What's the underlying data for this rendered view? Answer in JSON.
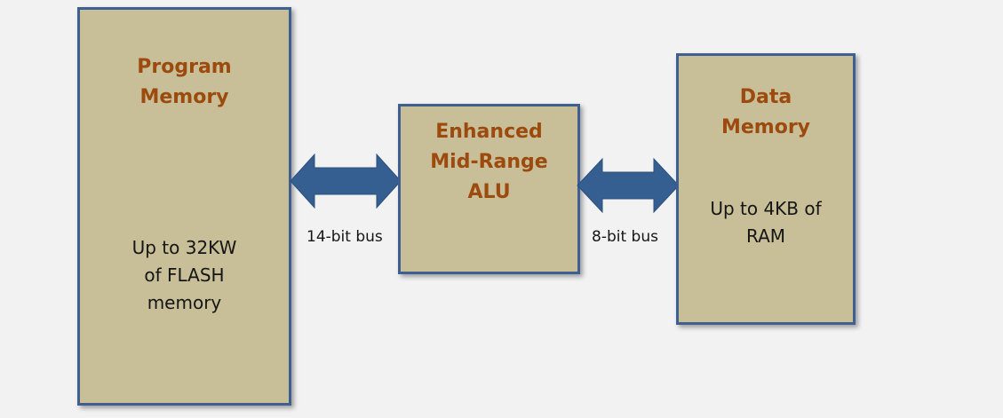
{
  "program_memory": {
    "title": [
      "Program",
      "Memory"
    ],
    "desc": [
      "Up to 32KW",
      "of FLASH",
      "memory"
    ]
  },
  "alu": {
    "title": [
      "Enhanced",
      "Mid-Range",
      "ALU"
    ]
  },
  "data_memory": {
    "title": [
      "Data",
      "Memory"
    ],
    "desc": [
      "Up to 4KB of",
      "RAM"
    ]
  },
  "buses": {
    "left_label": "14-bit bus",
    "right_label": "8-bit bus"
  },
  "colors": {
    "block_fill": "#c8bf98",
    "block_border": "#3f5f91",
    "title_text": "#9c4a0d",
    "arrow_fill": "#365f91"
  }
}
